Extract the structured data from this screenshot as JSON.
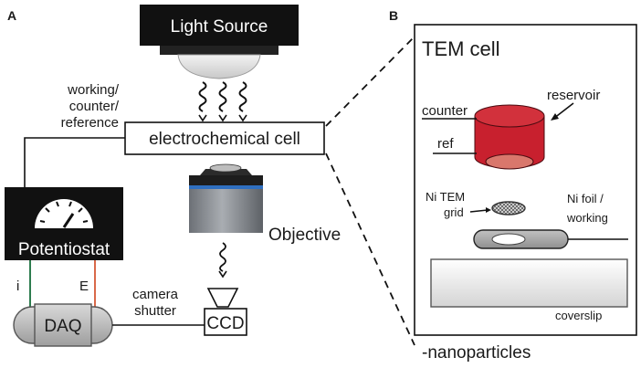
{
  "panels": {
    "a": "A",
    "b": "B"
  },
  "left": {
    "light_source": "Light Source",
    "electrode_label": [
      "working/",
      "counter/",
      "reference"
    ],
    "electrochemical_cell": "electrochemical cell",
    "potentiostat": "Potentiostat",
    "objective": "Objective",
    "camera_shutter": [
      "camera",
      "shutter"
    ],
    "ccd": "CCD",
    "daq": "DAQ",
    "current_label": "i",
    "voltage_label": "E"
  },
  "right": {
    "title": "TEM cell",
    "counter": "counter",
    "ref": "ref",
    "reservoir": "reservoir",
    "ni_tem_grid": [
      "Ni TEM",
      "grid"
    ],
    "ni_foil": [
      "Ni foil /",
      "working"
    ],
    "coverslip": "coverslip",
    "nanoparticles": "-nanoparticles"
  },
  "colors": {
    "reservoir_red": "#c8202e",
    "reservoir_inner": "#d9776c",
    "objective_blue": "#2f6fc0",
    "lead_green": "#2e7d4f",
    "lead_orange": "#d9694a"
  }
}
